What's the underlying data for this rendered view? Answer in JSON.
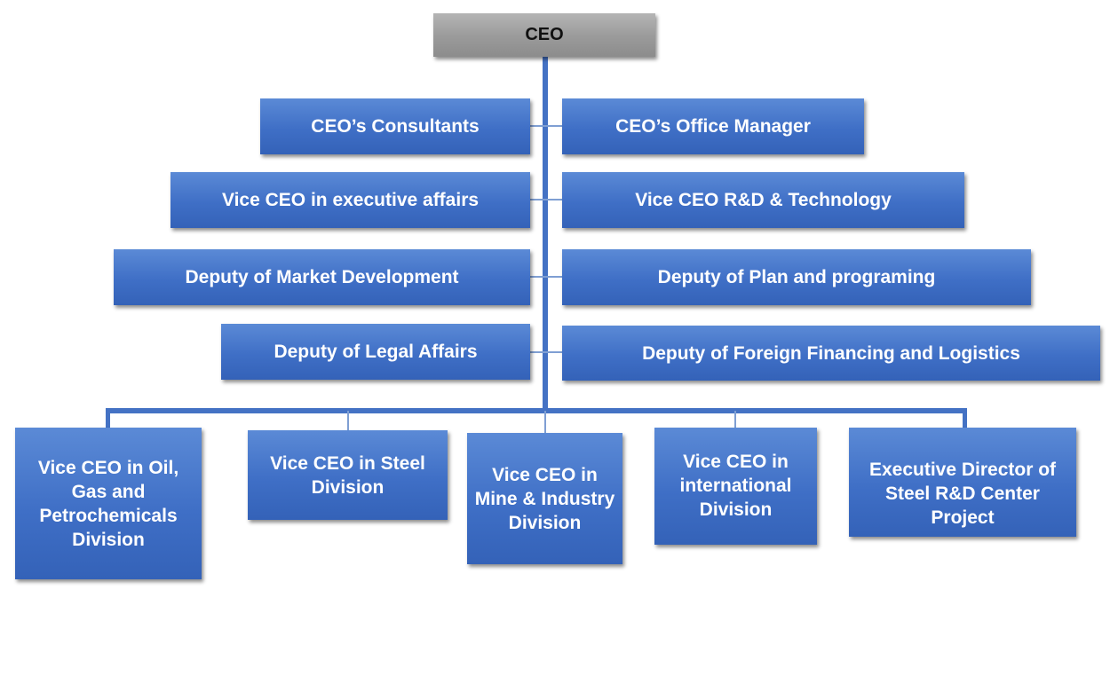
{
  "org": {
    "ceo": "CEO",
    "staff_left": [
      "CEO’s Consultants",
      "Vice CEO in executive affairs",
      "Deputy of Market Development",
      "Deputy of Legal Affairs"
    ],
    "staff_right": [
      "CEO’s Office Manager",
      "Vice CEO R&D & Technology",
      "Deputy of Plan and programing",
      "Deputy of Foreign Financing and Logistics"
    ],
    "divisions": [
      "Vice CEO in Oil, Gas and Petrochemicals Division",
      "Vice CEO in Steel Division",
      "Vice CEO in Mine & Industry Division",
      "Vice CEO in international Division",
      "Executive Director of Steel R&D Center Project"
    ]
  },
  "colors": {
    "box": "#4472c4",
    "connector": "#4472c4",
    "ceo_box": "#a6a6a6"
  }
}
